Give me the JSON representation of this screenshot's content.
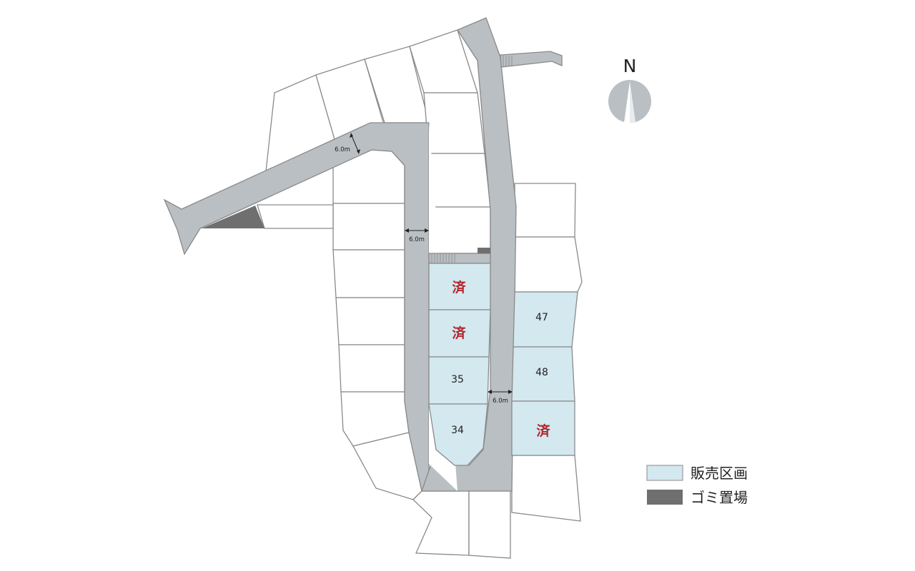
{
  "compass": {
    "label": "N"
  },
  "lots_for_sale": [
    {
      "id": "lot-a",
      "label": "済",
      "sold": true
    },
    {
      "id": "lot-b",
      "label": "済",
      "sold": true
    },
    {
      "id": "lot-35",
      "label": "35",
      "sold": false
    },
    {
      "id": "lot-34",
      "label": "34",
      "sold": false
    },
    {
      "id": "lot-47",
      "label": "47",
      "sold": false
    },
    {
      "id": "lot-48",
      "label": "48",
      "sold": false
    },
    {
      "id": "lot-c",
      "label": "済",
      "sold": true
    }
  ],
  "road_widths": [
    {
      "label": "6.0m"
    },
    {
      "label": "6.0m"
    },
    {
      "label": "6.0m"
    }
  ],
  "legend": [
    {
      "label": "販売区画",
      "color": "#d3e8ef"
    },
    {
      "label": "ゴミ置場",
      "color": "#6f6f6f"
    }
  ],
  "colors": {
    "sale_lot": "#d3e8ef",
    "road": "#b9bfc2",
    "garbage_area": "#6f6f6f",
    "sold_mark": "#b3242c"
  }
}
